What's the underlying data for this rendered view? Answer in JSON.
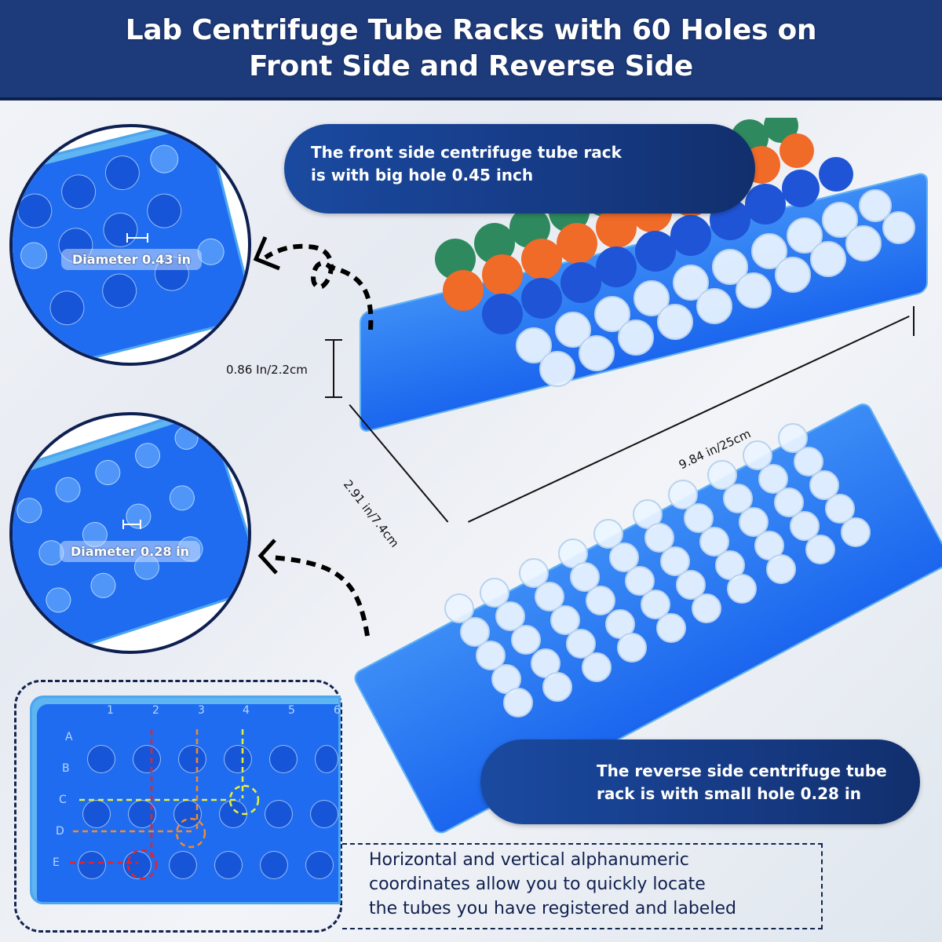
{
  "header": {
    "title_line1": "Lab Centrifuge Tube Racks with 60 Holes on",
    "title_line2": "Front Side and Reverse Side"
  },
  "callouts": {
    "front": {
      "line1": "The front side centrifuge tube rack",
      "line2": "is with big hole 0.45 inch"
    },
    "reverse": {
      "line1": "The reverse side centrifuge tube",
      "line2": "rack is with small hole 0.28 in"
    }
  },
  "zoom_views": [
    {
      "label": "Diameter 0.43 in"
    },
    {
      "label": "Diameter 0.28 in"
    }
  ],
  "dimensions": {
    "height": "0.86 In/2.2cm",
    "width": "2.91 in/7.4cm",
    "length": "9.84 in/25cm"
  },
  "coordinates": {
    "columns": [
      "1",
      "2",
      "3",
      "4",
      "5",
      "6"
    ],
    "rows": [
      "A",
      "B",
      "C",
      "D",
      "E"
    ],
    "highlight_colors": {
      "C4": "#e6f03c",
      "D3": "#f28a2a",
      "E2": "#e3242b"
    },
    "description_line1": "Horizontal and vertical alphanumeric",
    "description_line2": "coordinates allow you to quickly locate",
    "description_line3": "the tubes you have registered and labeled"
  },
  "colors": {
    "header_bg": "#1d3a7a",
    "rack_blue": "#1f6cf0",
    "cap_green": "#2e8a5e",
    "cap_orange": "#f06a28",
    "cap_blue": "#1f54d6"
  }
}
